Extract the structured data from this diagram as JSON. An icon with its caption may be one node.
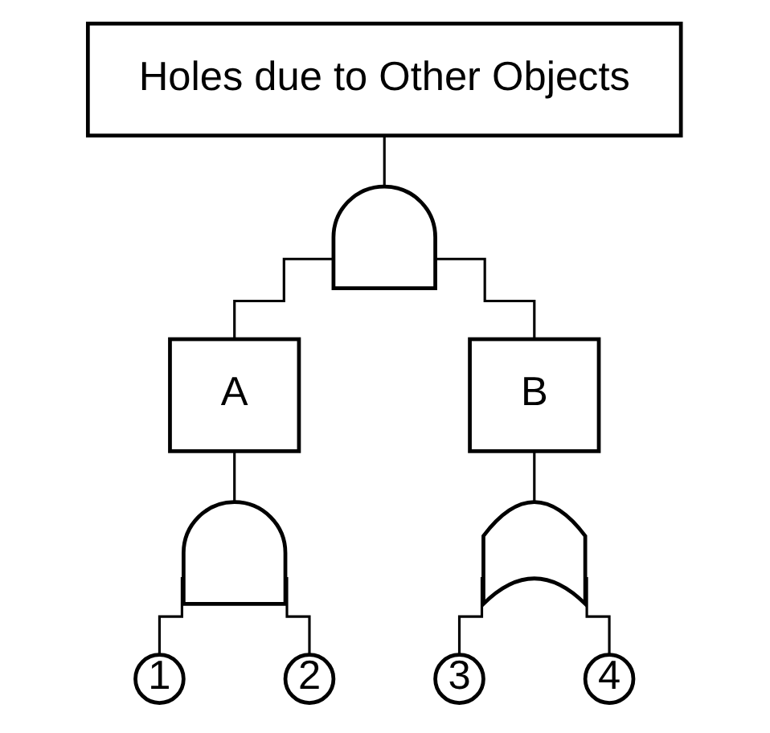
{
  "diagram": {
    "nodes": [
      {
        "text": [
          "Holes due to Other Objects"
        ]
      },
      {
        "text": [],
        "shape": "and-gate"
      },
      {
        "text": [
          "A"
        ]
      },
      {
        "text": [
          "B"
        ]
      },
      {
        "text": [],
        "shape": "and-gate"
      },
      {
        "text": [],
        "shape": "or-gate"
      },
      {
        "text": [
          "1"
        ]
      },
      {
        "text": [
          "2"
        ]
      },
      {
        "text": [
          "3"
        ]
      },
      {
        "text": [
          "4"
        ]
      }
    ],
    "edges": [
      {
        "from": 0,
        "to": 1,
        "arrow": "none"
      },
      {
        "from": 1,
        "to": 2,
        "arrow": "none"
      },
      {
        "from": 1,
        "to": 3,
        "arrow": "none"
      },
      {
        "from": 2,
        "to": 4,
        "arrow": "none"
      },
      {
        "from": 3,
        "to": 5,
        "arrow": "none"
      },
      {
        "from": 4,
        "to": 6,
        "arrow": "none"
      },
      {
        "from": 4,
        "to": 7,
        "arrow": "none"
      },
      {
        "from": 5,
        "to": 8,
        "arrow": "none"
      },
      {
        "from": 5,
        "to": 9,
        "arrow": "none"
      }
    ]
  }
}
